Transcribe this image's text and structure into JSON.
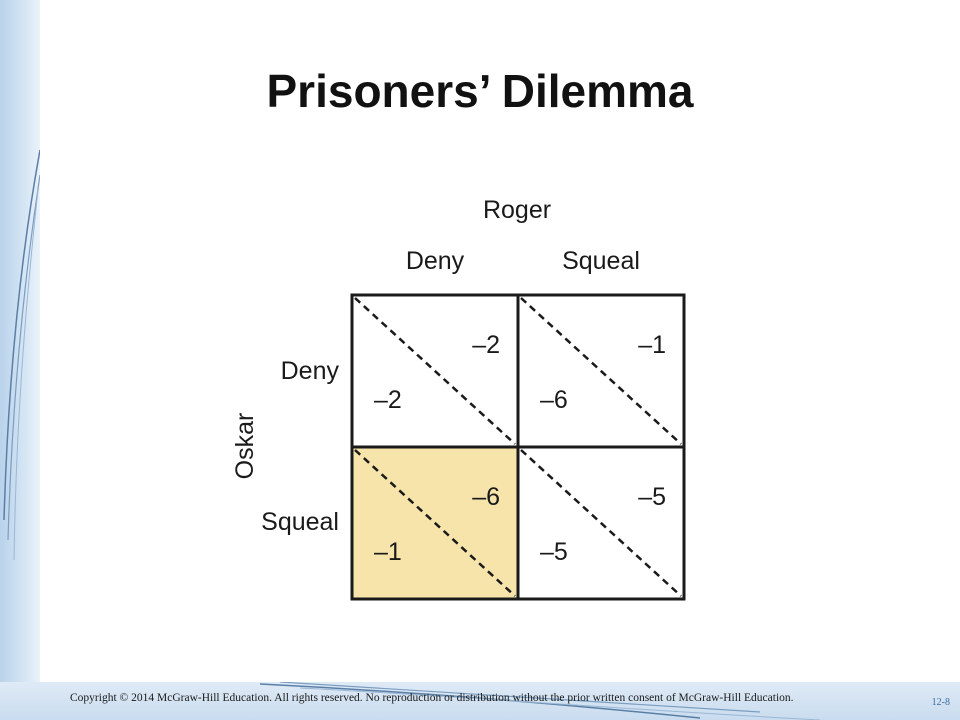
{
  "slide": {
    "title": "Prisoners’ Dilemma",
    "copyright": "Copyright © 2014 McGraw-Hill Education. All rights reserved. No reproduction or distribution without the prior written consent of McGraw-Hill Education.",
    "slide_number": "12-8"
  },
  "matrix": {
    "column_player": "Roger",
    "row_player": "Oskar",
    "column_strategies": [
      "Deny",
      "Squeal"
    ],
    "row_strategies": [
      "Deny",
      "Squeal"
    ],
    "cells": [
      [
        {
          "row_payoff": "–2",
          "col_payoff": "–2"
        },
        {
          "row_payoff": "–6",
          "col_payoff": "–1"
        }
      ],
      [
        {
          "row_payoff": "–1",
          "col_payoff": "–6"
        },
        {
          "row_payoff": "–5",
          "col_payoff": "–5"
        }
      ]
    ],
    "highlighted_cell": {
      "row": 1,
      "col": 0
    },
    "highlight_color": "#f6e4ab",
    "border_color": "#1a1a1a"
  }
}
